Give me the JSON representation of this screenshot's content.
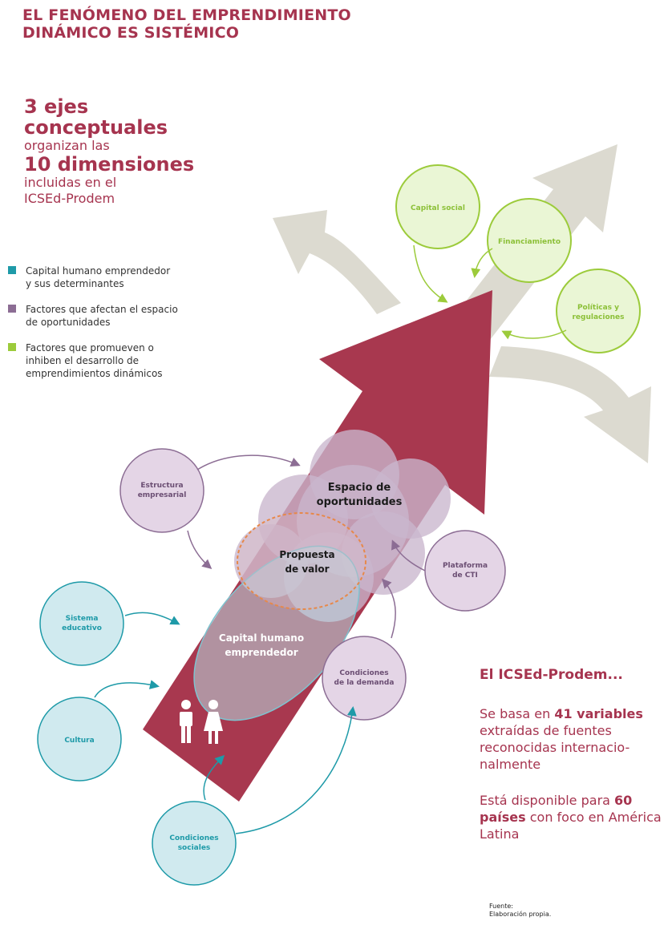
{
  "title": {
    "line1": "EL FENÓMENO DEL EMPRENDIMIENTO",
    "line2": "DINÁMICO ES SISTÉMICO"
  },
  "ejes": {
    "l1": "3 ejes",
    "l2": "conceptuales",
    "l3": "organizan las",
    "l4": "10 dimensiones",
    "l5": "incluidas en el",
    "l6": "ICSEd-Prodem"
  },
  "legend": [
    {
      "l1": "Capital humano emprendedor",
      "l2": "y sus determinantes",
      "color": "#1e9aa8"
    },
    {
      "l1": "Factores que afectan el espacio",
      "l2": "de oportunidades",
      "color": "#8c6d94"
    },
    {
      "l1": "Factores que promueven o",
      "l2": "inhiben el desarrollo de",
      "l3": "emprendimientos dinámicos",
      "color": "#9ccb3b"
    }
  ],
  "nodes": {
    "capital_social": "Capital social",
    "financiamiento": "Financiamiento",
    "politicas": {
      "l1": "Políticas y",
      "l2": "regulaciones"
    },
    "estructura": {
      "l1": "Estructura",
      "l2": "empresarial"
    },
    "espacio": {
      "l1": "Espacio de",
      "l2": "oportunidades"
    },
    "propuesta": {
      "l1": "Propuesta",
      "l2": "de valor"
    },
    "plataforma": {
      "l1": "Plataforma",
      "l2": "de CTI"
    },
    "sistema": {
      "l1": "Sistema",
      "l2": "educativo"
    },
    "capital_humano": {
      "l1": "Capital humano",
      "l2": "emprendedor"
    },
    "condiciones_demanda": {
      "l1": "Condiciones",
      "l2": "de la demanda"
    },
    "cultura": "Cultura",
    "condiciones_sociales": {
      "l1": "Condiciones",
      "l2": "sociales"
    }
  },
  "info": {
    "head": "El ICSEd-Prodem...",
    "p1_a": "Se basa en ",
    "p1_b": "41 variables",
    "p1_c": " extraídas de fuentes reconocidas internacio-nalmente",
    "p2_a": "Está disponible para ",
    "p2_b": "60 países",
    "p2_c": " con foco en América Latina"
  },
  "fuente": {
    "l1": "Fuente:",
    "l2": "Elaboración propia."
  },
  "colors": {
    "brand": "#a6344f",
    "teal": "#1e9aa8",
    "purple": "#8c6d94",
    "green": "#9ccb3b",
    "grey_arrow": "#dcdad0"
  }
}
